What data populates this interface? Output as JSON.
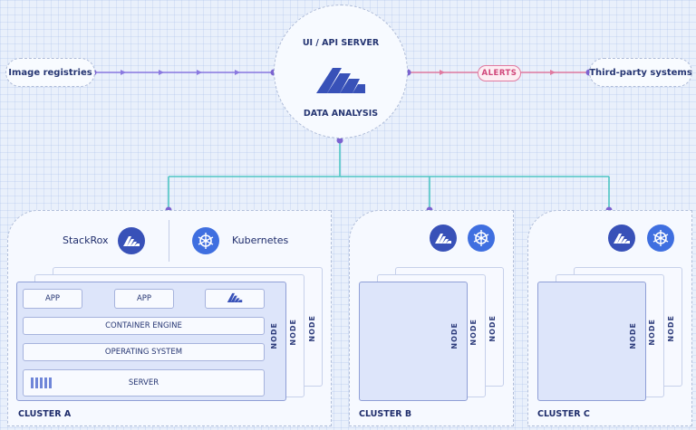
{
  "server": {
    "title": "UI / API SERVER",
    "subtitle": "DATA ANALYSIS"
  },
  "inputs": {
    "image_registries": "Image registries"
  },
  "outputs": {
    "alerts": "ALERTS",
    "third_party": "Third-party systems"
  },
  "brands": {
    "stackrox": "StackRox",
    "kubernetes": "Kubernetes"
  },
  "cluster_a": {
    "label": "CLUSTER A",
    "apps": [
      "APP",
      "APP"
    ],
    "layers": {
      "engine": "CONTAINER ENGINE",
      "os": "OPERATING SYSTEM",
      "server": "SERVER"
    },
    "nodes": [
      "NODE",
      "NODE",
      "NODE"
    ]
  },
  "cluster_b": {
    "label": "CLUSTER B",
    "nodes": [
      "NODE",
      "NODE",
      "NODE"
    ]
  },
  "cluster_c": {
    "label": "CLUSTER C",
    "nodes": [
      "NODE",
      "NODE",
      "NODE"
    ]
  },
  "colors": {
    "accent": "#3851b8",
    "input_flow": "#8a79e0",
    "alert_flow": "#e07aa0",
    "cluster_link": "#4fc6c4",
    "dot": "#7c63d0"
  },
  "icons": {
    "stackrox": "stackrox-logo-icon",
    "kubernetes": "kubernetes-wheel-icon",
    "server_bars": "server-rack-icon"
  }
}
